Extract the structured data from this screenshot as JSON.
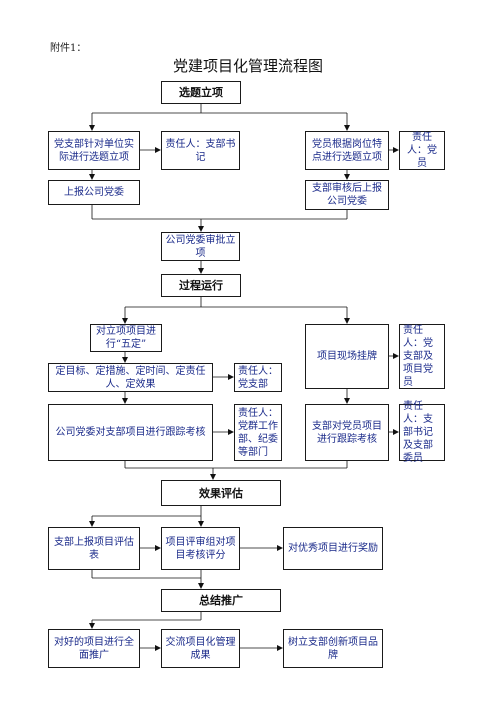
{
  "annex": "附件1：",
  "title": "党建项目化管理流程图",
  "stages": {
    "s1": "选题立项",
    "s2": "过程运行",
    "s3": "效果评估",
    "s4": "总结推广"
  },
  "nodes": {
    "branch_topic": "党支部针对单位实际进行选题立项",
    "branch_resp": "责任人：支部书记",
    "member_topic": "党员根据岗位特点进行选题立项",
    "member_resp": "责任人：党员",
    "report_company": "上报公司党委",
    "branch_review": "支部审核后上报公司党委",
    "company_approve": "公司党委审批立项",
    "five_fix": "对立项项目进行“五定”",
    "set_targets": "定目标、定措施、定时间、定责任人、定效果",
    "set_targets_resp": "责任人：党支部",
    "company_track": "公司党委对支部项目进行跟踪考核",
    "company_track_resp": "责任人：党群工作部、纪委等部门",
    "onsite": "项目现场挂牌",
    "onsite_resp": "责任人：党支部及项目党员",
    "branch_track": "支部对党员项目进行跟踪考核",
    "branch_track_resp": "责任人：支部书记及支部委员",
    "eval_report": "支部上报项目评估表",
    "eval_panel": "项目评审组对项目考核评分",
    "reward": "对优秀项目进行奖励",
    "promote": "对好的项目进行全面推广",
    "exchange": "交流项目化管理成果",
    "brand": "树立支部创新项目品牌"
  }
}
